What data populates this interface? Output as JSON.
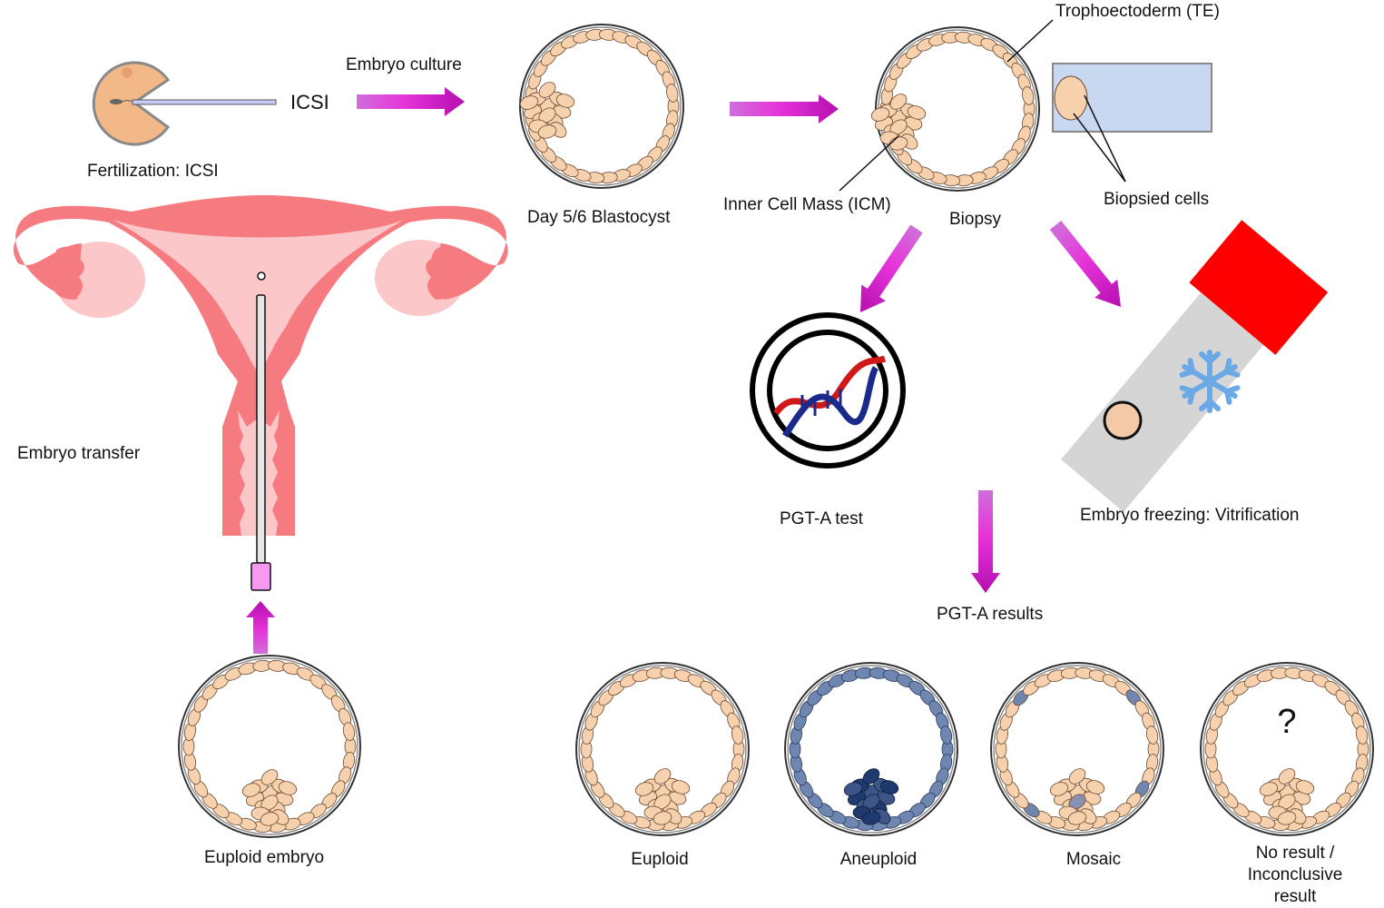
{
  "diagram": {
    "title": "IVF with PGT-A workflow",
    "colors": {
      "arrow_start": "#cf6fd9",
      "arrow_mid": "#e633d9",
      "arrow_end": "#b50fb0",
      "cell_fill": "#f7d0ad",
      "cell_stroke": "#6a4a30",
      "aneuploid_fill": "#6e86b0",
      "aneuploid_dark": "#1f3a6e",
      "uterus": "#f57b80",
      "uterus_inner": "#fbc7c8",
      "oocyte": "#f3b888",
      "pipette": "#c8d8f0",
      "straw": "#d5d5d5",
      "straw_cap": "#ff0000",
      "snowflake": "#6aa8e6",
      "dna_red": "#d01818",
      "dna_blue": "#1a2a8a",
      "catheter_tip": "#f59af0"
    },
    "labels": {
      "fertilization": "Fertilization: ICSI",
      "icsi": "ICSI",
      "embryo_culture": "Embryo culture",
      "blastocyst": "Day 5/6 Blastocyst",
      "trophectoderm": "Trophoectoderm (TE)",
      "icm": "Inner Cell Mass (ICM)",
      "biopsy": "Biopsy",
      "biopsied_cells": "Biopsied cells",
      "pgta_test": "PGT-A test",
      "vitrification": "Embryo freezing: Vitrification",
      "pgta_results": "PGT-A results",
      "embryo_transfer": "Embryo transfer",
      "euploid_embryo": "Euploid embryo"
    },
    "results": [
      {
        "label": "Euploid",
        "type": "euploid"
      },
      {
        "label": "Aneuploid",
        "type": "aneuploid"
      },
      {
        "label": "Mosaic",
        "type": "mosaic"
      },
      {
        "label": "No result /\nInconclusive result",
        "type": "unknown",
        "symbol": "?"
      }
    ]
  }
}
